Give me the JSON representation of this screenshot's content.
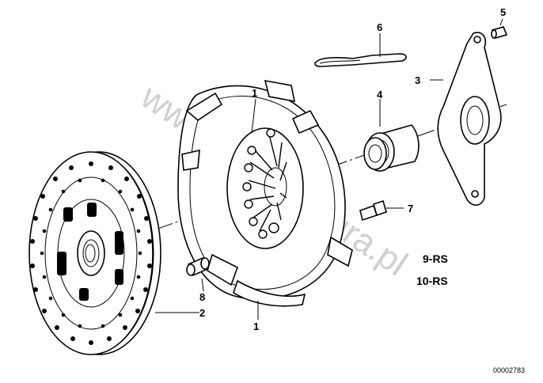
{
  "watermark": "www.BMWfaktura.pl",
  "callouts": [
    "1",
    "2",
    "3",
    "4",
    "5",
    "6",
    "7",
    "8"
  ],
  "variants": [
    "9-RS",
    "10-RS"
  ],
  "reference_number": "00002783"
}
